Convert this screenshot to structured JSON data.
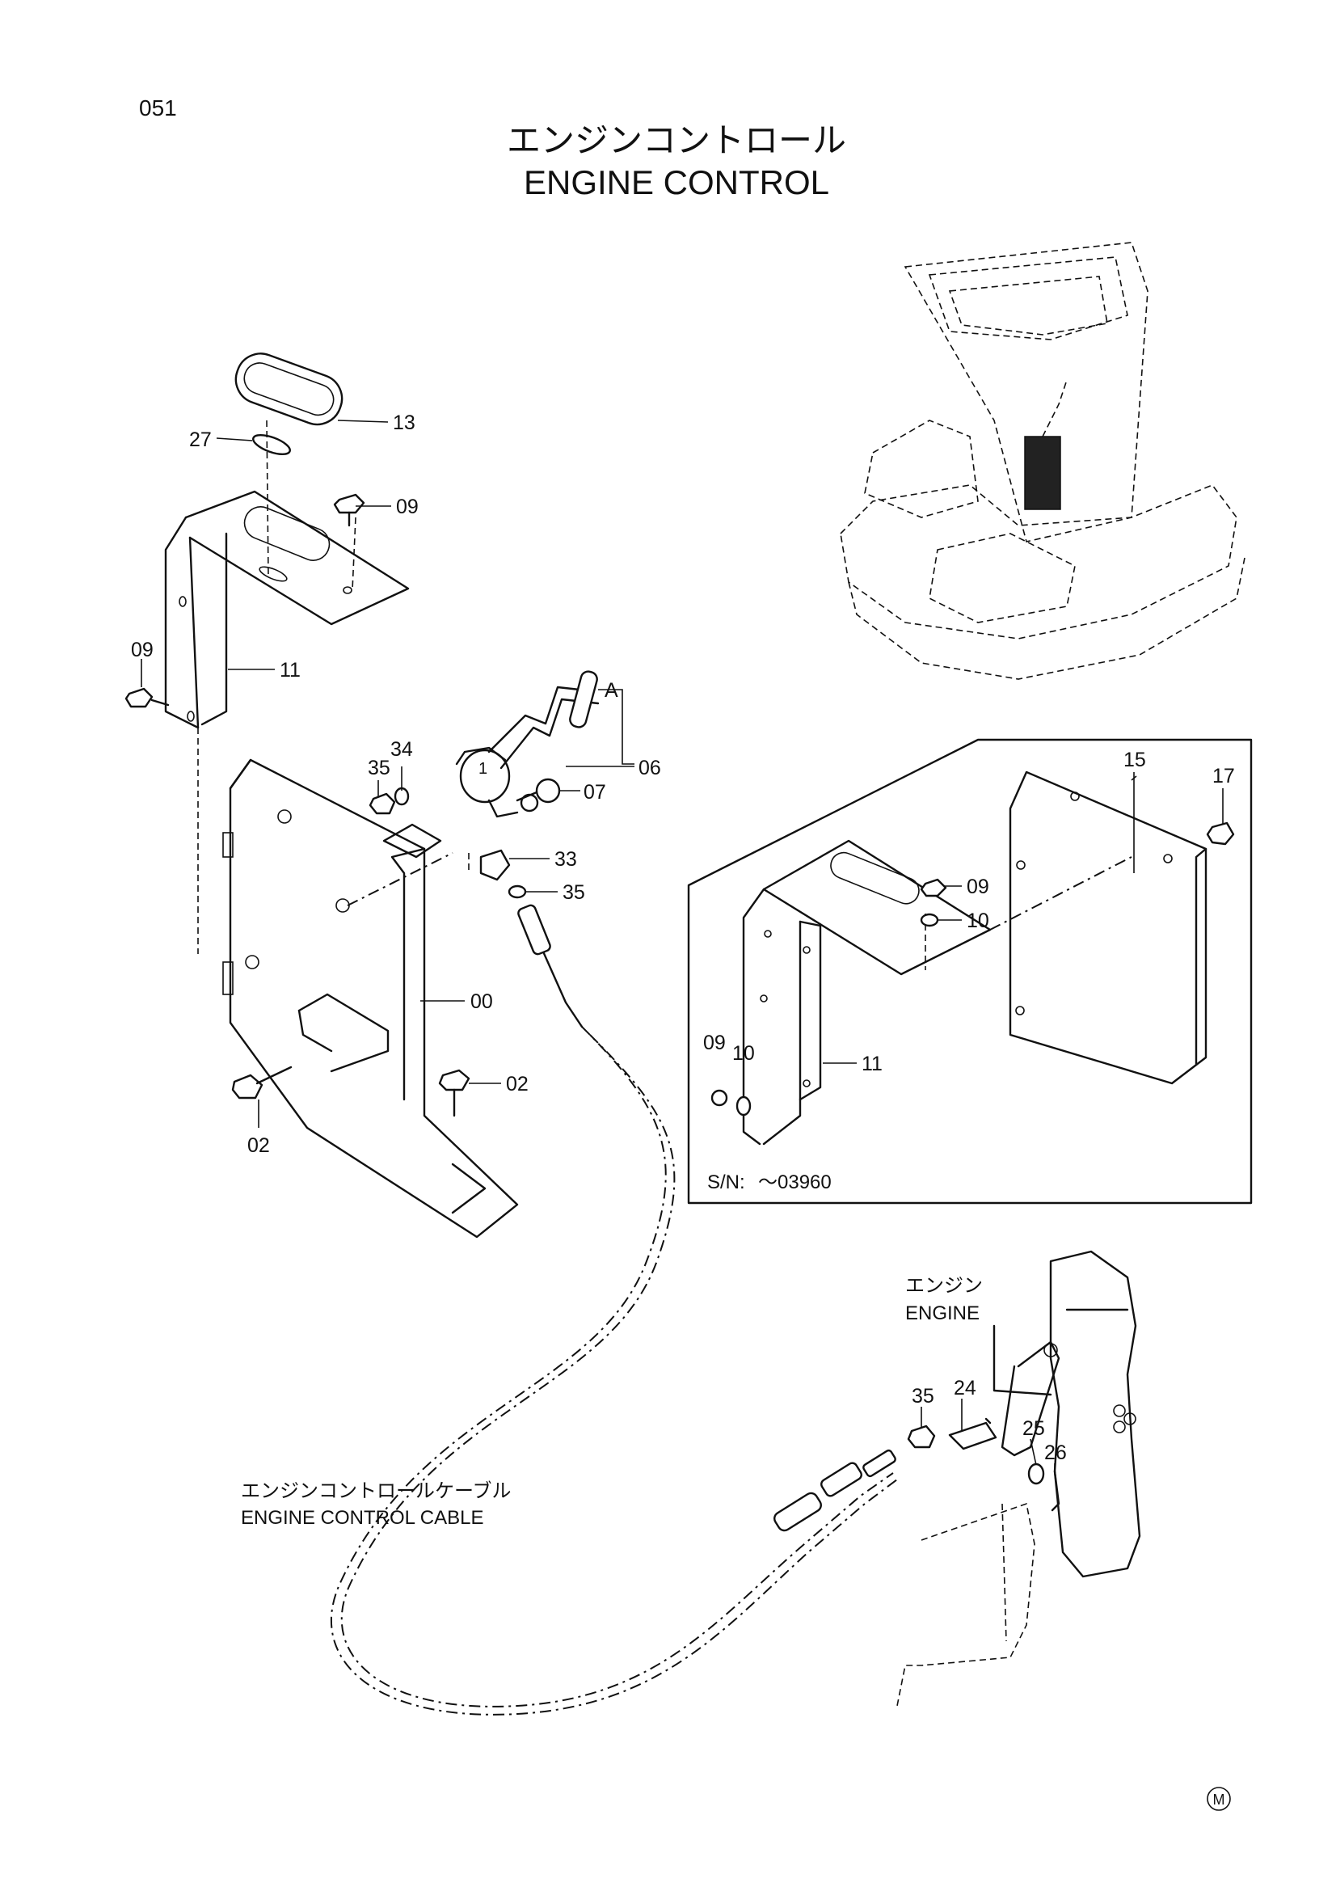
{
  "page": {
    "number": "051",
    "title_ja": "エンジンコントロール",
    "title_en": "ENGINE CONTROL",
    "mark": "M"
  },
  "callouts": [
    {
      "id": "13",
      "label": "13"
    },
    {
      "id": "27",
      "label": "27"
    },
    {
      "id": "09a",
      "label": "09"
    },
    {
      "id": "09b",
      "label": "09"
    },
    {
      "id": "11a",
      "label": "11"
    },
    {
      "id": "A",
      "label": "A"
    },
    {
      "id": "06",
      "label": "06"
    },
    {
      "id": "34",
      "label": "34"
    },
    {
      "id": "35a",
      "label": "35"
    },
    {
      "id": "07",
      "label": "07"
    },
    {
      "id": "33",
      "label": "33"
    },
    {
      "id": "35b",
      "label": "35"
    },
    {
      "id": "00",
      "label": "00"
    },
    {
      "id": "02a",
      "label": "02"
    },
    {
      "id": "02b",
      "label": "02"
    },
    {
      "id": "15",
      "label": "15"
    },
    {
      "id": "17",
      "label": "17"
    },
    {
      "id": "09c",
      "label": "09"
    },
    {
      "id": "10a",
      "label": "10"
    },
    {
      "id": "09d",
      "label": "09"
    },
    {
      "id": "10b",
      "label": "10"
    },
    {
      "id": "11b",
      "label": "11"
    },
    {
      "id": "24",
      "label": "24"
    },
    {
      "id": "35c",
      "label": "35"
    },
    {
      "id": "25",
      "label": "25"
    },
    {
      "id": "26",
      "label": "26"
    },
    {
      "id": "1",
      "label": "1"
    }
  ],
  "inset": {
    "serial_label": "S/N:",
    "serial_value": "～03960"
  },
  "engine": {
    "label_ja": "エンジン",
    "label_en": "ENGINE"
  },
  "cable": {
    "label_ja": "エンジンコントロールケーブル",
    "label_en": "ENGINE CONTROL CABLE"
  }
}
